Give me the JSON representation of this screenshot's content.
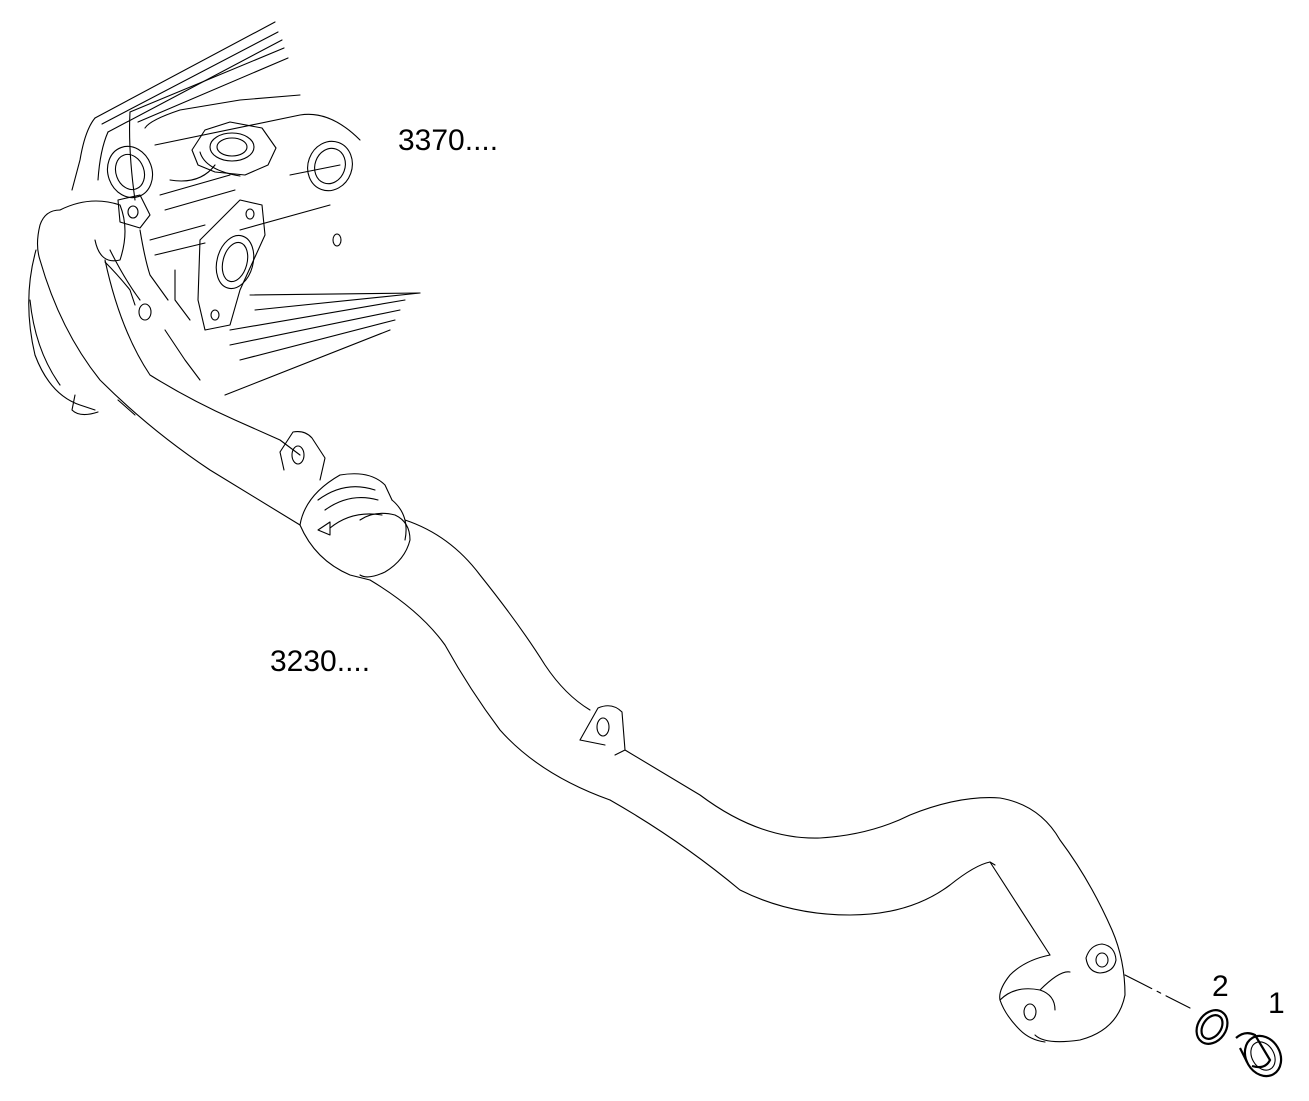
{
  "callouts": {
    "ref_3370": "3370....",
    "ref_3230": "3230....",
    "part_1": "1",
    "part_2": "2"
  },
  "colors": {
    "line": "#000000",
    "background": "#ffffff"
  }
}
